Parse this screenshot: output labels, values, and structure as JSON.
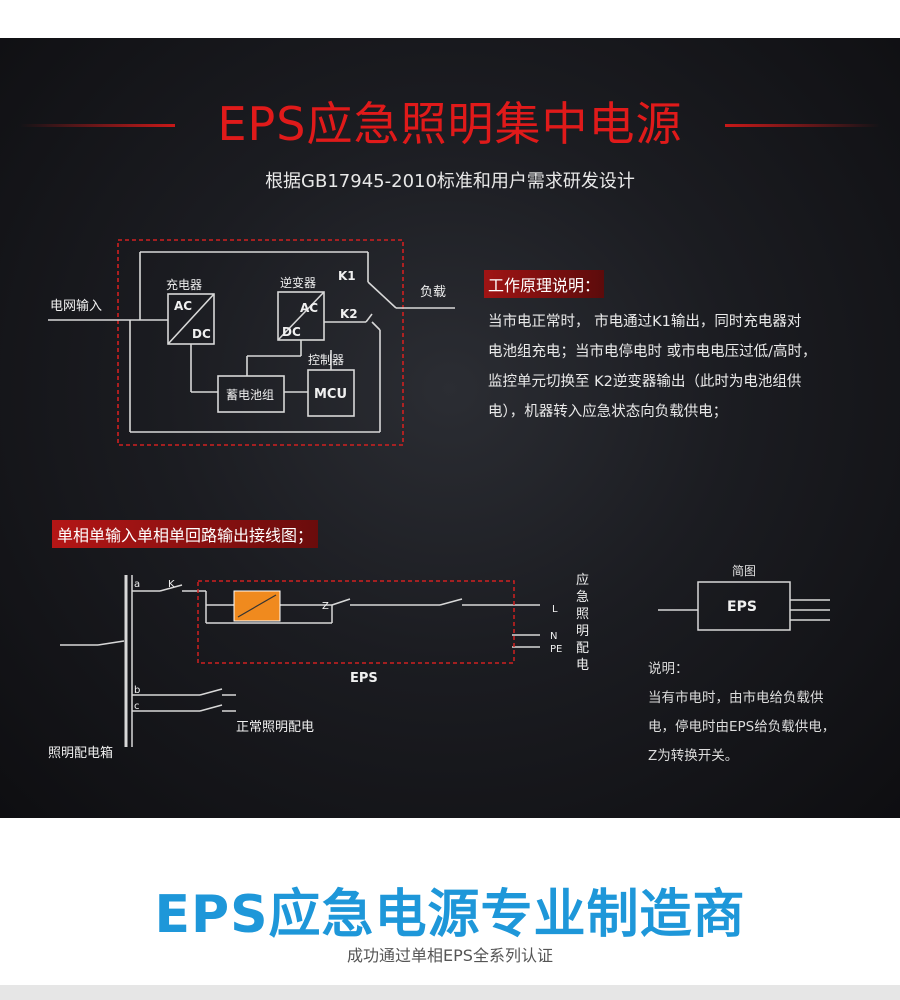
{
  "header": {
    "title": "EPS应急照明集中电源",
    "subtitle": "根据GB17945-2010标准和用户需求研发设计"
  },
  "block_diagram": {
    "grid_input": "电网输入",
    "charger": "充电器",
    "inverter": "逆变器",
    "controller": "控制器",
    "battery": "蓄电池组",
    "mcu": "MCU",
    "ac": "AC",
    "dc": "DC",
    "k1": "K1",
    "k2": "K2",
    "load": "负载"
  },
  "principle": {
    "heading": "工作原理说明：",
    "lines": [
      "当市电正常时， 市电通过K1输出，同时充电器对",
      "电池组充电；当市电停电时 或市电电压过低/高时，",
      "监控单元切换至 K2逆变器输出（此时为电池组供",
      "电），机器转入应急状态向负载供电；"
    ]
  },
  "wiring": {
    "heading": "单相单输入单相单回路输出接线图；",
    "a": "a",
    "b": "b",
    "c": "c",
    "k": "K",
    "z": "Z",
    "l": "L",
    "n": "N",
    "pe": "PE",
    "eps_label": "EPS",
    "vertical_label": [
      "应",
      "急",
      "照",
      "明",
      "配",
      "电"
    ],
    "normal_lighting": "正常照明配电",
    "panel": "照明配电箱"
  },
  "sketch": {
    "heading": "简图",
    "eps": "EPS"
  },
  "note": {
    "heading": "说明：",
    "lines": [
      "当有市电时，由市电给负载供",
      "电，停电时由EPS给负载供电，",
      "Z为转换开关。"
    ]
  },
  "footer": {
    "title": "EPS应急电源专业制造商",
    "subtitle": "成功通过单相EPS全系列认证"
  },
  "colors": {
    "accent_red": "#e01a1a",
    "accent_blue": "#1e97d9",
    "inverter_orange": "#f08a1e"
  }
}
